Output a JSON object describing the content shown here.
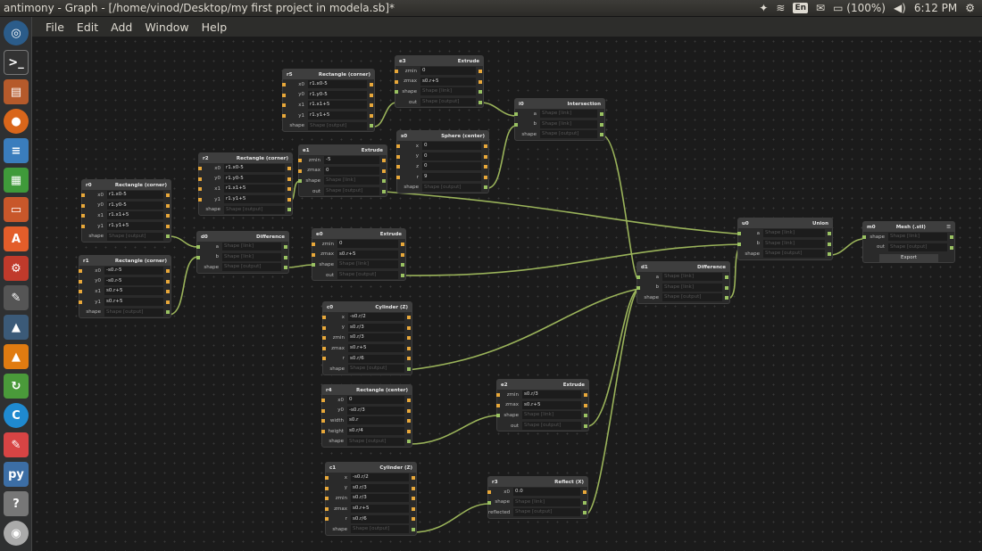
{
  "window": {
    "title": "antimony - Graph - [/home/vinod/Desktop/my first project in modela.sb]*",
    "battery": "(100%)",
    "clock": "6:12 PM",
    "keyboard": "En"
  },
  "menu": [
    "File",
    "Edit",
    "Add",
    "Window",
    "Help"
  ],
  "nodes": {
    "r5": {
      "id": "r5",
      "type": "Rectangle (corner)",
      "rows": [
        [
          "x0",
          "r1.x0-5"
        ],
        [
          "y0",
          "r1.y0-5"
        ],
        [
          "x1",
          "r1.x1+5"
        ],
        [
          "y1",
          "r1.y1+5"
        ],
        [
          "shape",
          "Shape [output]"
        ]
      ]
    },
    "e3": {
      "id": "e3",
      "type": "Extrude",
      "rows": [
        [
          "zmin",
          "0"
        ],
        [
          "zmax",
          "s0.r+5"
        ],
        [
          "shape",
          "Shape [link]"
        ],
        [
          "out",
          "Shape [output]"
        ]
      ]
    },
    "i0": {
      "id": "i0",
      "type": "Intersection",
      "rows": [
        [
          "a",
          "Shape [link]"
        ],
        [
          "b",
          "Shape [link]"
        ],
        [
          "shape",
          "Shape [output]"
        ]
      ]
    },
    "s0": {
      "id": "s0",
      "type": "Sphere (center)",
      "rows": [
        [
          "x",
          "0"
        ],
        [
          "y",
          "0"
        ],
        [
          "z",
          "0"
        ],
        [
          "r",
          "9"
        ],
        [
          "shape",
          "Shape [output]"
        ]
      ]
    },
    "r2": {
      "id": "r2",
      "type": "Rectangle (corner)",
      "rows": [
        [
          "x0",
          "r1.x0-5"
        ],
        [
          "y0",
          "r1.y0-5"
        ],
        [
          "x1",
          "r1.x1+5"
        ],
        [
          "y1",
          "r1.y1+5"
        ],
        [
          "shape",
          "Shape [output]"
        ]
      ]
    },
    "e1": {
      "id": "e1",
      "type": "Extrude",
      "rows": [
        [
          "zmin",
          "-5"
        ],
        [
          "zmax",
          "0"
        ],
        [
          "shape",
          "Shape [link]"
        ],
        [
          "out",
          "Shape [output]"
        ]
      ]
    },
    "r0": {
      "id": "r0",
      "type": "Rectangle (corner)",
      "rows": [
        [
          "x0",
          "r1.x0-5"
        ],
        [
          "y0",
          "r1.y0-5"
        ],
        [
          "x1",
          "r1.x1+5"
        ],
        [
          "y1",
          "r1.y1+5"
        ],
        [
          "shape",
          "Shape [output]"
        ]
      ]
    },
    "d0": {
      "id": "d0",
      "type": "Difference",
      "rows": [
        [
          "a",
          "Shape [link]"
        ],
        [
          "b",
          "Shape [link]"
        ],
        [
          "shape",
          "Shape [output]"
        ]
      ]
    },
    "e0": {
      "id": "e0",
      "type": "Extrude",
      "rows": [
        [
          "zmin",
          "0"
        ],
        [
          "zmax",
          "s0.r+5"
        ],
        [
          "shape",
          "Shape [link]"
        ],
        [
          "out",
          "Shape [output]"
        ]
      ]
    },
    "u0": {
      "id": "u0",
      "type": "Union",
      "rows": [
        [
          "a",
          "Shape [link]"
        ],
        [
          "b",
          "Shape [link]"
        ],
        [
          "shape",
          "Shape [output]"
        ]
      ]
    },
    "m0": {
      "id": "m0",
      "type": "Mesh (.stl)",
      "rows": [
        [
          "shape",
          "Shape [link]"
        ],
        [
          "out",
          "Shape [output]"
        ]
      ],
      "button": "Export"
    },
    "r1": {
      "id": "r1",
      "type": "Rectangle (corner)",
      "rows": [
        [
          "x0",
          "-s0.r-5"
        ],
        [
          "y0",
          "-s0.r-5"
        ],
        [
          "x1",
          "s0.r+5"
        ],
        [
          "y1",
          "s0.r+5"
        ],
        [
          "shape",
          "Shape [output]"
        ]
      ]
    },
    "d1": {
      "id": "d1",
      "type": "Difference",
      "rows": [
        [
          "a",
          "Shape [link]"
        ],
        [
          "b",
          "Shape [link]"
        ],
        [
          "shape",
          "Shape [output]"
        ]
      ]
    },
    "c0": {
      "id": "c0",
      "type": "Cylinder (Z)",
      "rows": [
        [
          "x",
          "-s0.r/2"
        ],
        [
          "y",
          "s0.r/3"
        ],
        [
          "zmin",
          "s0.r/3"
        ],
        [
          "zmax",
          "s0.r+5"
        ],
        [
          "r",
          "s0.r/6"
        ],
        [
          "shape",
          "Shape [output]"
        ]
      ]
    },
    "r4": {
      "id": "r4",
      "type": "Rectangle (center)",
      "rows": [
        [
          "x0",
          "0"
        ],
        [
          "y0",
          "-s0.r/3"
        ],
        [
          "width",
          "s0.r"
        ],
        [
          "height",
          "s0.r/4"
        ],
        [
          "shape",
          "Shape [output]"
        ]
      ]
    },
    "e2": {
      "id": "e2",
      "type": "Extrude",
      "rows": [
        [
          "zmin",
          "s0.r/3"
        ],
        [
          "zmax",
          "s0.r+5"
        ],
        [
          "shape",
          "Shape [link]"
        ],
        [
          "out",
          "Shape [output]"
        ]
      ]
    },
    "c1": {
      "id": "c1",
      "type": "Cylinder (Z)",
      "rows": [
        [
          "x",
          "-s0.r/2"
        ],
        [
          "y",
          "s0.r/3"
        ],
        [
          "zmin",
          "s0.r/3"
        ],
        [
          "zmax",
          "s0.r+5"
        ],
        [
          "r",
          "s0.r/6"
        ],
        [
          "shape",
          "Shape [output]"
        ]
      ]
    },
    "r3": {
      "id": "r3",
      "type": "Reflect (X)",
      "rows": [
        [
          "x0",
          "0.0"
        ],
        [
          "shape",
          "Shape [link]"
        ],
        [
          "reflected",
          "Shape [output]"
        ]
      ]
    }
  },
  "colors": {
    "numeric_port": "#e8a83a",
    "shape_port": "#9ac262",
    "wire": "#9ab35a"
  }
}
